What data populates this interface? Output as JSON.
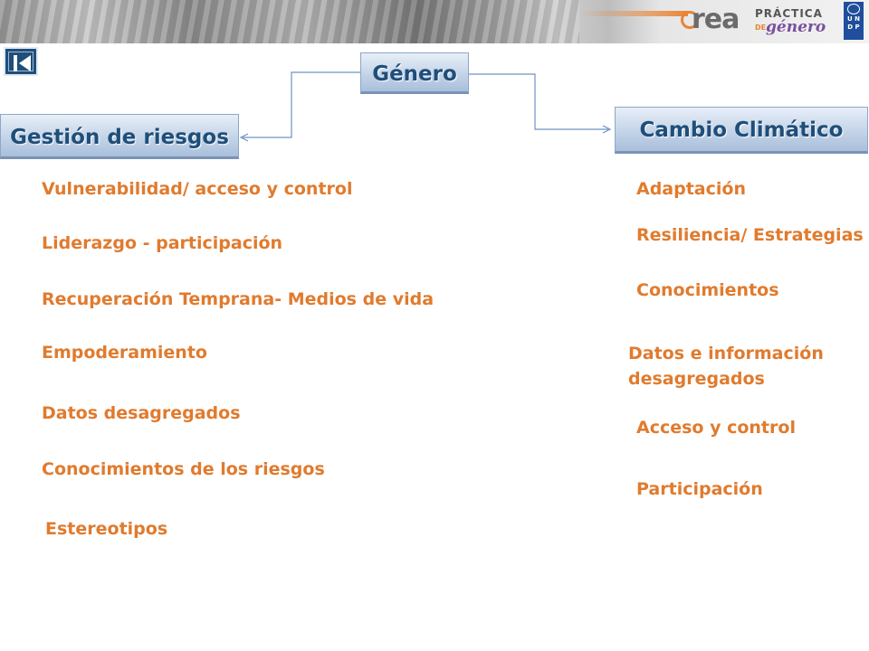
{
  "banner": {
    "logo": {
      "wordmark": "rea",
      "practica": "PRÁCTICA",
      "de": "DE",
      "genero": "género"
    },
    "undp_label": "U N D P"
  },
  "diagram": {
    "center_label": "Género",
    "left_label": "Gestión de riesgos",
    "right_label": "Cambio Climático"
  },
  "left_items": [
    "Vulnerabilidad/ acceso y control",
    "Liderazgo - participación",
    "Recuperación Temprana- Medios de vida",
    "Empoderamiento",
    "Datos desagregados",
    "Conocimientos de los riesgos",
    "Estereotipos"
  ],
  "right_items": [
    "Adaptación",
    "Resiliencia/ Estrategias",
    "Conocimientos",
    "Datos  e información desagregados",
    "Acceso y control",
    "Participación"
  ],
  "colors": {
    "item_text": "#e07b2e",
    "box_text": "#1f4e79",
    "connector": "#6f93c4"
  }
}
